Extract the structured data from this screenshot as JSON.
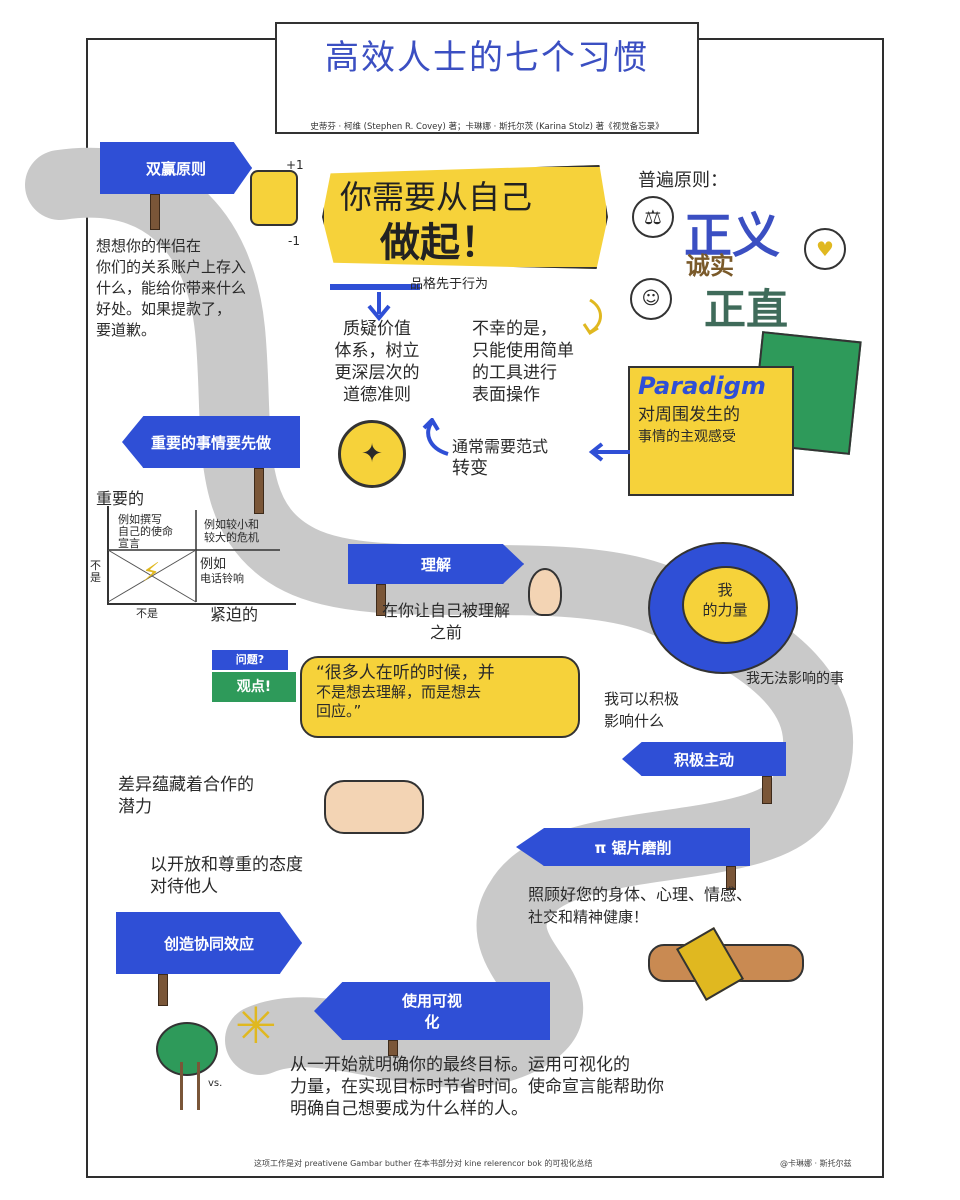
{
  "header": {
    "title": "高效人士的七个习惯",
    "byline": "史蒂芬 · 柯维 (Stephen R. Covey) 著；卡琳娜 · 斯托尔茨 (Karina Stolz) 著《视觉备忘录》"
  },
  "banner": {
    "line1": "你需要从自己",
    "line2": "做起！"
  },
  "character": {
    "label": "品格先于行为"
  },
  "principles": {
    "heading": "普遍原则：",
    "justice": "正义",
    "honesty": "诚实",
    "integrity": "正直"
  },
  "habits": {
    "win_win": "双赢原则",
    "first_things": "重要的事情要先做",
    "understand": "理解",
    "proactive": "积极主动",
    "sharpen_saw": "π 锯片磨削",
    "synergy": "创造协同效应",
    "visualize_1": "使用可视",
    "visualize_2": "化"
  },
  "notes": {
    "win_win_text": [
      "想想你的伴侣在",
      "你们的关系账户上存入",
      "什么，能给你带来什么",
      "好处。如果提款了，",
      "要道歉。"
    ],
    "question_values": [
      "质疑价值",
      "体系，树立",
      "更深层次的",
      "道德准则"
    ],
    "unfortunately": [
      "不幸的是，",
      "只能使用简单",
      "的工具进行",
      "表面操作"
    ],
    "paradigm_word": "Paradigm",
    "paradigm_text": [
      "对周围发生的",
      "事情的主观感受"
    ],
    "shift": [
      "通常需要范式",
      "转变"
    ],
    "plus_one": "+1",
    "minus_one": "-1",
    "understand_text": [
      "在你让自己被理解",
      "之前"
    ],
    "question_tag": "问题?",
    "opinion_tag": "观点!",
    "quote": [
      "“很多人在听的时候，并",
      "不是想去理解，而是想去",
      "回应。”"
    ],
    "power_center": [
      "我",
      "的力量"
    ],
    "cannot_influence": "我无法影响的事",
    "can_influence": [
      "我可以积极",
      "影响什么"
    ],
    "differences": [
      "差异蕴藏着合作的",
      "潜力"
    ],
    "openness": [
      "以开放和尊重的态度",
      "对待他人"
    ],
    "self_care": [
      "照顾好您的身体、心理、情感、",
      "社交和精神健康！"
    ],
    "vs": "vs.",
    "goal": [
      "从一开始就明确你的最终目标。运用可视化的",
      "力量，在实现目标时节省时间。使命宣言能帮助你",
      "明确自己想要成为什么样的人。"
    ]
  },
  "matrix": {
    "important": "重要的",
    "not_axis": "不是",
    "not_bottom": "不是",
    "urgent": "紧迫的",
    "q1": [
      "例如撰写",
      "自己的使命",
      "宣言"
    ],
    "q2": [
      "例如较小和",
      "较大的危机"
    ],
    "q3": [
      "例如",
      "电话铃响"
    ]
  },
  "footer": {
    "left": "这项工作是对 preativene Gambar buther 在本书部分对 kine relerencor bok 的可视化总结",
    "right": "@卡琳娜 · 斯托尔兹"
  },
  "colors": {
    "accent_blue": "#2f4fd6",
    "yellow": "#f6d23a",
    "road": "#c9c9c9",
    "title": "#3b4fc2",
    "integrity_green": "#3f6b5a",
    "honesty_brown": "#7a5a2a"
  }
}
